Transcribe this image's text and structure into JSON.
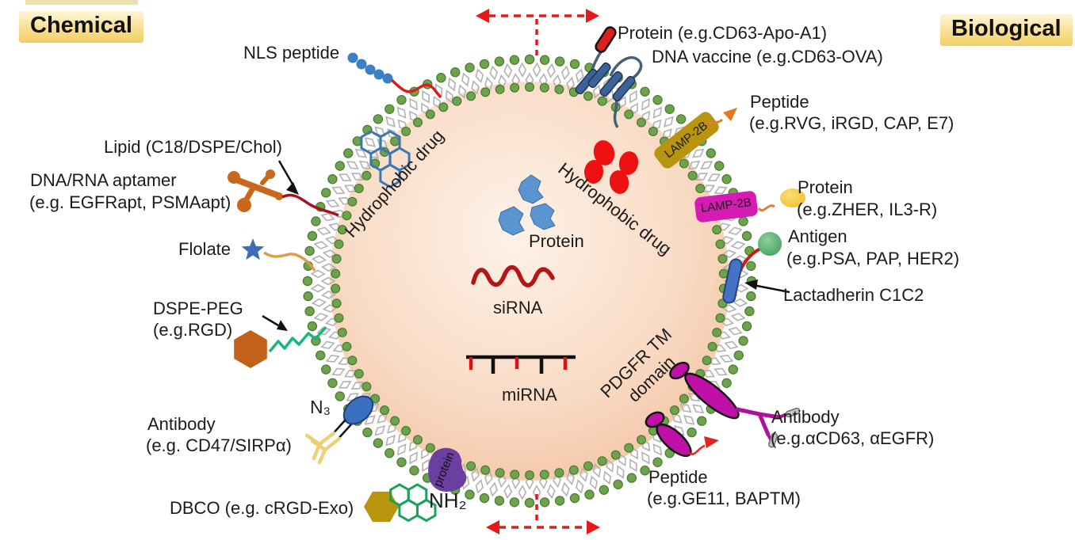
{
  "badges": {
    "chemical": "Chemical",
    "biological": "Biological"
  },
  "chemical_side": {
    "nls_peptide": "NLS peptide",
    "lipid": "Lipid (C18/DSPE/Chol)",
    "aptamer_line1": "DNA/RNA aptamer",
    "aptamer_line2": "(e.g. EGFRapt, PSMAapt)",
    "folate": "Flolate",
    "dspe_peg_line1": "DSPE-PEG",
    "dspe_peg_line2": "(e.g.RGD)",
    "azide": "N₃",
    "antibody_line1": "Antibody",
    "antibody_line2": "(e.g. CD47/SIRPα)",
    "dbco": "DBCO (e.g. cRGD-Exo)",
    "amine": "NH₂",
    "protein_anchor": "protein"
  },
  "biological_side": {
    "protein_fusion": "Protein (e.g.CD63-Apo-A1)",
    "dna_vaccine": "DNA vaccine (e.g.CD63-OVA)",
    "peptide_top_line1": "Peptide",
    "peptide_top_line2": "(e.g.RVG, iRGD, CAP, E7)",
    "lamp2b_upper": "LAMP-2B",
    "lamp2b_lower": "LAMP-2B",
    "protein_mid_line1": "Protein",
    "protein_mid_line2": "(e.g.ZHER, IL3-R)",
    "antigen_line1": "Antigen",
    "antigen_line2": "(e.g.PSA, PAP, HER2)",
    "lactadherin": "Lactadherin C1C2",
    "pdgfr_line1": "PDGFR TM",
    "pdgfr_line2": "domain",
    "antibody_line1": "Antibody",
    "antibody_line2": "(e.g.αCD63, αEGFR)",
    "peptide_bottom_line1": "Peptide",
    "peptide_bottom_line2": "(e.g.GE11, BAPTM)"
  },
  "cargo": {
    "hydrophobic_drug_left": "Hydrophobic drug",
    "hydrophobic_drug_right": "Hydrophobic drug",
    "protein": "Protein",
    "sirna": "siRNA",
    "mirna": "miRNA"
  },
  "colors": {
    "badge_yellow": "#f2cd63",
    "membrane_green": "#6da34c",
    "vesicle_peach": "#f3c1a0",
    "accent_red": "#e81818",
    "lamp2b_olive": "#b8940f",
    "lamp2b_magenta": "#d61ab4",
    "pdgfr_magenta": "#c010a8",
    "protein_purple": "#6a3fa0"
  }
}
